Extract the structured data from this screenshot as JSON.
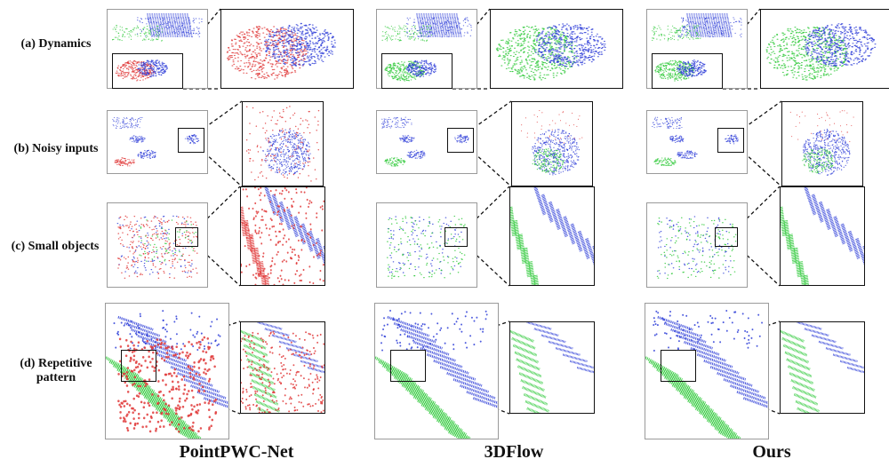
{
  "rows": [
    {
      "id": "dynamics",
      "label": "(a) Dynamics"
    },
    {
      "id": "noisy",
      "label": "(b) Noisy inputs"
    },
    {
      "id": "small",
      "label": "(c) Small objects"
    },
    {
      "id": "repetitive",
      "label_line1": "(d) Repetitive",
      "label_line2": "pattern"
    }
  ],
  "columns": [
    "PointPWC-Net",
    "3DFlow",
    "Ours"
  ],
  "colors": {
    "source": "#2f3fd8",
    "warped": "#2fc93a",
    "target": "#e03a3a",
    "frame": "#9a9a9a",
    "box": "#111111"
  }
}
